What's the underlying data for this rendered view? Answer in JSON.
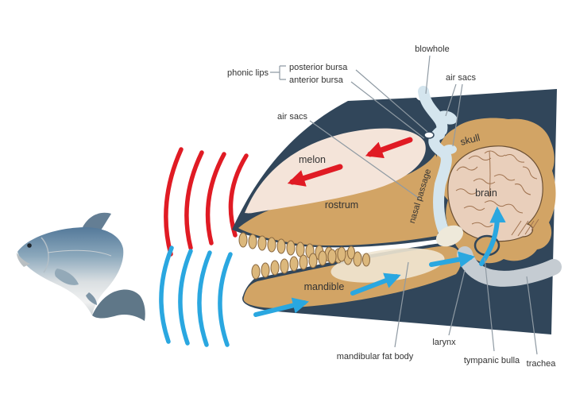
{
  "figure": {
    "type": "anatomy-diagram",
    "subject": "toothed whale echolocation anatomy with prey fish",
    "labels": {
      "phonic_lips": "phonic lips",
      "posterior_bursa": "posterior bursa",
      "anterior_bursa": "anterior bursa",
      "blowhole": "blowhole",
      "air_sacs_upper": "air sacs",
      "air_sacs_front": "air sacs",
      "melon": "melon",
      "skull": "skull",
      "brain": "brain",
      "nasal_passage": "nasal passage",
      "rostrum": "rostrum",
      "mandible": "mandible",
      "mandibular_fat_body": "mandibular fat body",
      "larynx": "larynx",
      "tympanic_bulla": "tympanic bulla",
      "trachea": "trachea"
    },
    "colors": {
      "background": "#ffffff",
      "body_silhouette": "#31465a",
      "bone": "#d2a465",
      "melon": "#f4e4d9",
      "brain": "#e9cfbb",
      "airway": "#d4e5ee",
      "outgoing_wave_red": "#e01b24",
      "returning_wave_blue": "#2aa7e0",
      "trachea_gray": "#c5ccd2",
      "label_text": "#333333",
      "leader_line": "#8f9aa3"
    }
  }
}
